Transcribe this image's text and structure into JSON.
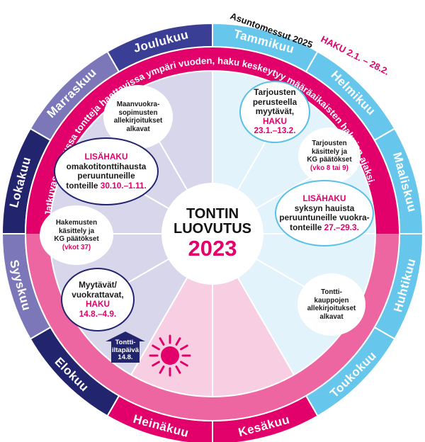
{
  "header": {
    "title": "Asuntomessut 2025",
    "haku": "HAKU 2.1. – 28.2."
  },
  "months": [
    {
      "label": "Tammikuu"
    },
    {
      "label": "Helmikuu"
    },
    {
      "label": "Maaliskuu"
    },
    {
      "label": "Huhtikuu"
    },
    {
      "label": "Toukokuu"
    },
    {
      "label": "Kesäkuu"
    },
    {
      "label": "Heinäkuu"
    },
    {
      "label": "Elokuu"
    },
    {
      "label": "Syyskuu"
    },
    {
      "label": "Lokakuu"
    },
    {
      "label": "Marraskuu"
    },
    {
      "label": "Joulukuu"
    }
  ],
  "ring_text": "Jatkuvassa haussa tontteja haettavissa ympäri vuoden, haku keskeytyy määräaikaisten hakujen ajaksi.",
  "center": {
    "line1": "TONTIN",
    "line2": "LUOVUTUS",
    "year": "2023"
  },
  "bubbles": {
    "tarjousten_myytavat": {
      "l1": "Tarjousten",
      "l2": "perusteella",
      "l3": "myytävät,",
      "l4": "HAKU",
      "l5": "23.1.–13.2."
    },
    "tarjousten_kasittely": {
      "l1": "Tarjousten",
      "l2": "käsittely ja",
      "l3": "KG päätökset",
      "l4": "(vko 8 tai 9)"
    },
    "lisahaku_kevat": {
      "l1": "LISÄHAKU",
      "l2": "syksyn hauista",
      "l3": "peruuntuneille vuokra-",
      "l4_a": "tonteille",
      "l4_b": "27.–29.3."
    },
    "tonttikauppojen": {
      "l1": "Tontti-",
      "l2": "kauppojen",
      "l3": "allekirjoitukset",
      "l4": "alkavat"
    },
    "maanvuokra": {
      "l1": "Maanvuokra-",
      "l2": "sopimusten",
      "l3": "allekirjoitukset",
      "l4": "alkavat"
    },
    "lisahaku_syksy": {
      "l1": "LISÄHAKU",
      "l2": "omakotitonttihausta",
      "l3": "peruuntuneille",
      "l4_a": "tonteille",
      "l4_b": "30.10.–1.11."
    },
    "hakemusten": {
      "l1": "Hakemusten",
      "l2": "käsittely ja",
      "l3": "KG päätökset",
      "l4": "(vkot 37)"
    },
    "myytavat_syksy": {
      "l1": "Myytävät/",
      "l2": "vuokrattavat,",
      "l3": "HAKU",
      "l4": "14.8.–4.9."
    }
  },
  "tontti_iltapaiva": {
    "l1": "Tontti-",
    "l2": "iltapäivä",
    "l3": "14.8."
  },
  "colors": {
    "navy": "#23246e",
    "purple": "#7b77b9",
    "blue": "#3a3f95",
    "light_blue": "#67c6ec",
    "pink": "#e2006a",
    "pink_ring": "#ee66a1",
    "lavender": "#d7d6ea",
    "pale_blue": "#e2f3fb",
    "pale_pink": "#f8cfe2"
  },
  "icons": {
    "sun": "sun-icon",
    "arrow": "up-arrow-icon"
  }
}
